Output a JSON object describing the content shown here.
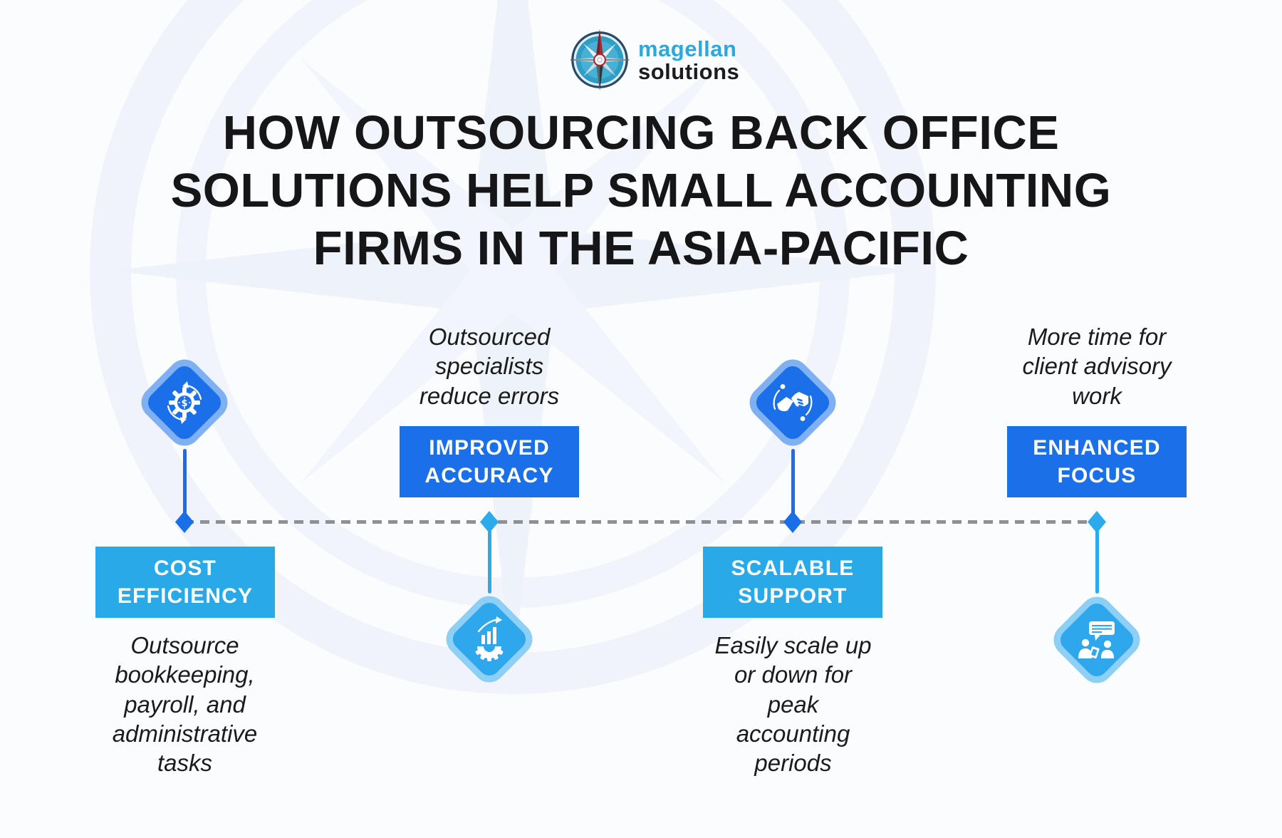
{
  "brand": {
    "word1": "magellan",
    "word2": "solutions"
  },
  "title": {
    "lines": [
      "HOW OUTSOURCING BACK OFFICE",
      "SOLUTIONS HELP SMALL ACCOUNTING",
      "FIRMS IN THE ASIA-PACIFIC"
    ]
  },
  "colors": {
    "primary_blue": "#1b6fe8",
    "secondary_blue": "#29a9e8",
    "diamond_border_dark": "#7fb0f2",
    "diamond_border_light": "#8ed0f5",
    "dash_gray": "#8f9096",
    "brand_cyan": "#2ba9dc",
    "text_dark": "#1b1b1d"
  },
  "milestones": [
    {
      "label": "COST EFFICIENCY",
      "description": "Outsource bookkeeping, payroll, and administrative tasks",
      "icon": "gear-dollar-cycle-icon",
      "icon_side": "above",
      "box_tone": "light"
    },
    {
      "label": "IMPROVED ACCURACY",
      "description": "Outsourced specialists reduce errors",
      "icon": "growth-chart-gear-icon",
      "icon_side": "below",
      "box_tone": "dark"
    },
    {
      "label": "SCALABLE SUPPORT",
      "description": "Easily scale up or down for peak accounting periods",
      "icon": "handshake-cycle-icon",
      "icon_side": "above",
      "box_tone": "light"
    },
    {
      "label": "ENHANCED FOCUS",
      "description": "More time for client advisory work",
      "icon": "advisory-people-chat-icon",
      "icon_side": "below",
      "box_tone": "dark"
    }
  ]
}
